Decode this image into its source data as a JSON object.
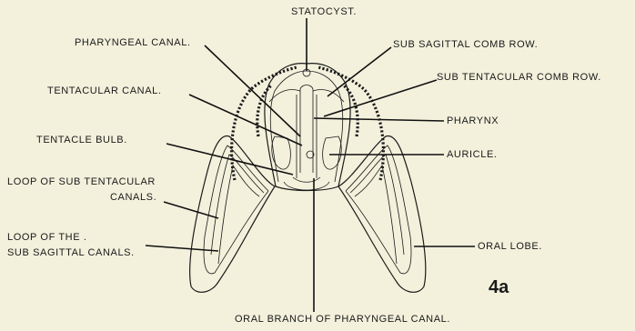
{
  "labels": {
    "statocyst": "STATOCYST.",
    "pharyngeal_canal": "PHARYNGEAL CANAL.",
    "sub_sagittal_comb_row": "SUB SAGITTAL COMB ROW.",
    "sub_tentacular_comb_row": "SUB TENTACULAR COMB ROW.",
    "tentacular_canal": "TENTACULAR CANAL.",
    "pharynx": "PHARYNX",
    "tentacle_bulb": "TENTACLE BULB.",
    "auricle": "AURICLE.",
    "loop_sub_tentacular_1": "LOOP OF SUB TENTACULAR",
    "loop_sub_tentacular_2": "CANALS.",
    "loop_sub_sagittal_1": "LOOP OF THE .",
    "loop_sub_sagittal_2": "SUB SAGITTAL CANALS.",
    "oral_lobe": "ORAL LOBE.",
    "oral_branch": "ORAL BRANCH OF PHARYNGEAL CANAL."
  },
  "figure_number": "4a"
}
